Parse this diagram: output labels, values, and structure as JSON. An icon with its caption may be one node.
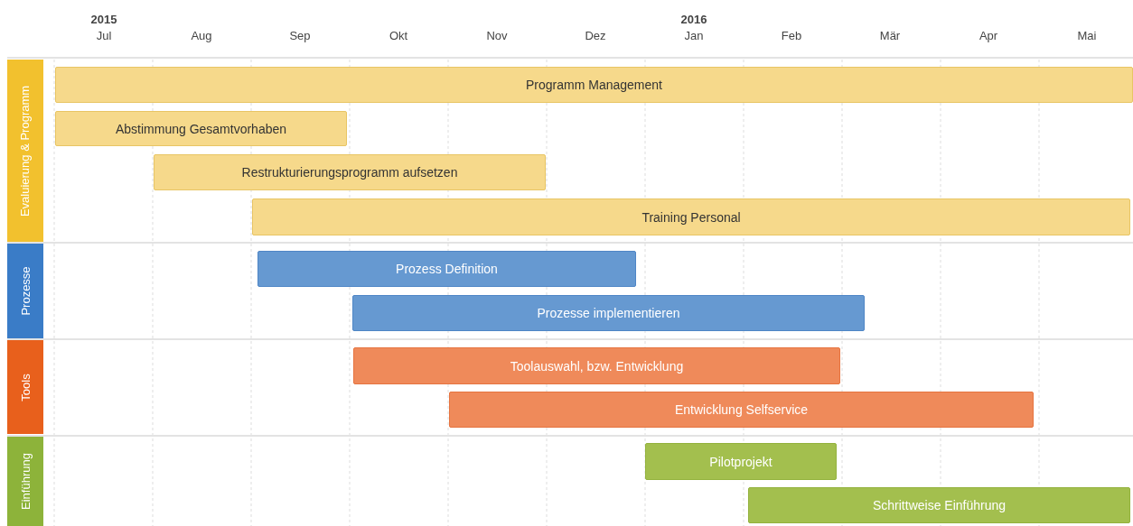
{
  "diagram": {
    "nodes": [
      {
        "text": [
          "Evaluierung & Programm"
        ]
      },
      {
        "text": [
          "Programm Management"
        ]
      },
      {
        "text": [
          "Abstimmung Gesamtvorhaben"
        ]
      },
      {
        "text": [
          "Restrukturierungsprogramm aufsetzen"
        ]
      },
      {
        "text": [
          "Training Personal"
        ]
      },
      {
        "text": [
          "Prozesse"
        ]
      },
      {
        "text": [
          "Prozess Definition"
        ]
      },
      {
        "text": [
          "Prozesse implementieren"
        ]
      },
      {
        "text": [
          "Tools"
        ]
      },
      {
        "text": [
          "Toolauswahl, bzw. Entwicklung"
        ]
      },
      {
        "text": [
          "Entwicklung Selfservice"
        ]
      },
      {
        "text": [
          "Einführung"
        ]
      },
      {
        "text": [
          "Pilotprojekt"
        ]
      },
      {
        "text": [
          "Schrittweise Einführung"
        ]
      }
    ],
    "labels": [
      "2015",
      "Jul",
      "Aug",
      "Sep",
      "Okt",
      "Nov",
      "Dez",
      "2016",
      "Jan",
      "Feb",
      "Mär",
      "Apr",
      "Mai"
    ]
  }
}
